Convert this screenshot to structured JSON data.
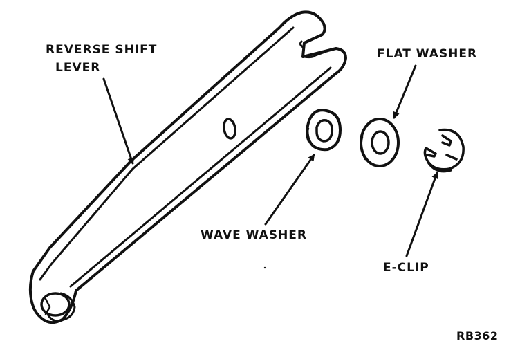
{
  "labels": {
    "reverse_shift_lever_line1": "REVERSE SHIFT",
    "reverse_shift_lever_line2": "LEVER",
    "flat_washer": "FLAT WASHER",
    "wave_washer": "WAVE WASHER",
    "e_clip": "E-CLIP",
    "figure_code": "RB362"
  },
  "colors": {
    "ink": "#111111",
    "paper": "#ffffff"
  }
}
